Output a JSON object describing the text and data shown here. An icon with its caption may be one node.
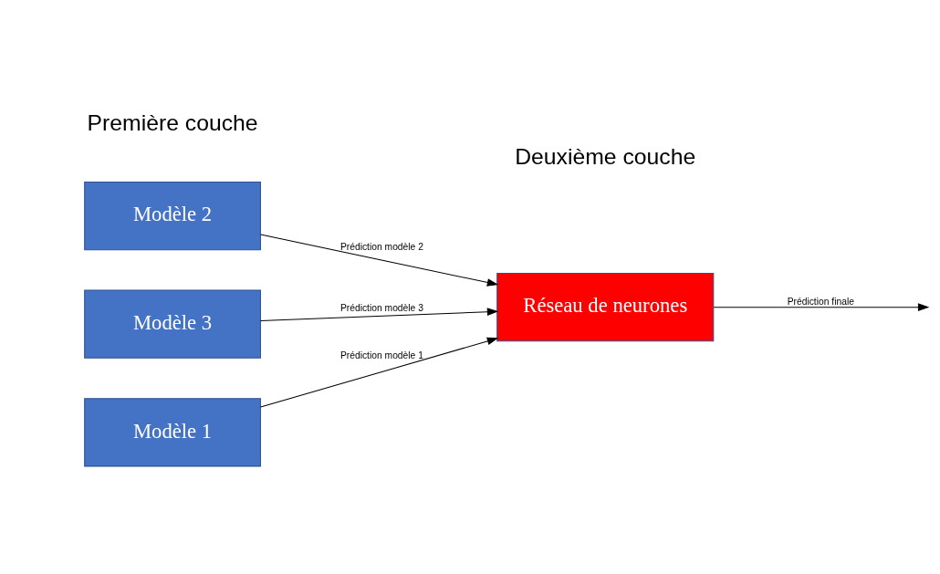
{
  "diagram": {
    "nodes": [
      {
        "text": [
          "Modèle 1"
        ]
      },
      {
        "text": [
          "Modèle 2"
        ]
      },
      {
        "text": [
          "Modèle 3"
        ]
      },
      {
        "text": [
          "Réseau de neurones"
        ]
      }
    ],
    "edges": [
      {
        "from": 0,
        "to": 3,
        "arrow": "to",
        "label": "Prédiction modèle 1"
      },
      {
        "from": 1,
        "to": 3,
        "arrow": "to",
        "label": "Prédiction modèle 2"
      },
      {
        "from": 2,
        "to": 3,
        "arrow": "to",
        "label": "Prédiction modèle 3"
      },
      {
        "from": 3,
        "to": null,
        "arrow": "to",
        "label": "Prédiction finale"
      }
    ],
    "labels": [
      "Première couche",
      "Deuxième couche"
    ]
  }
}
